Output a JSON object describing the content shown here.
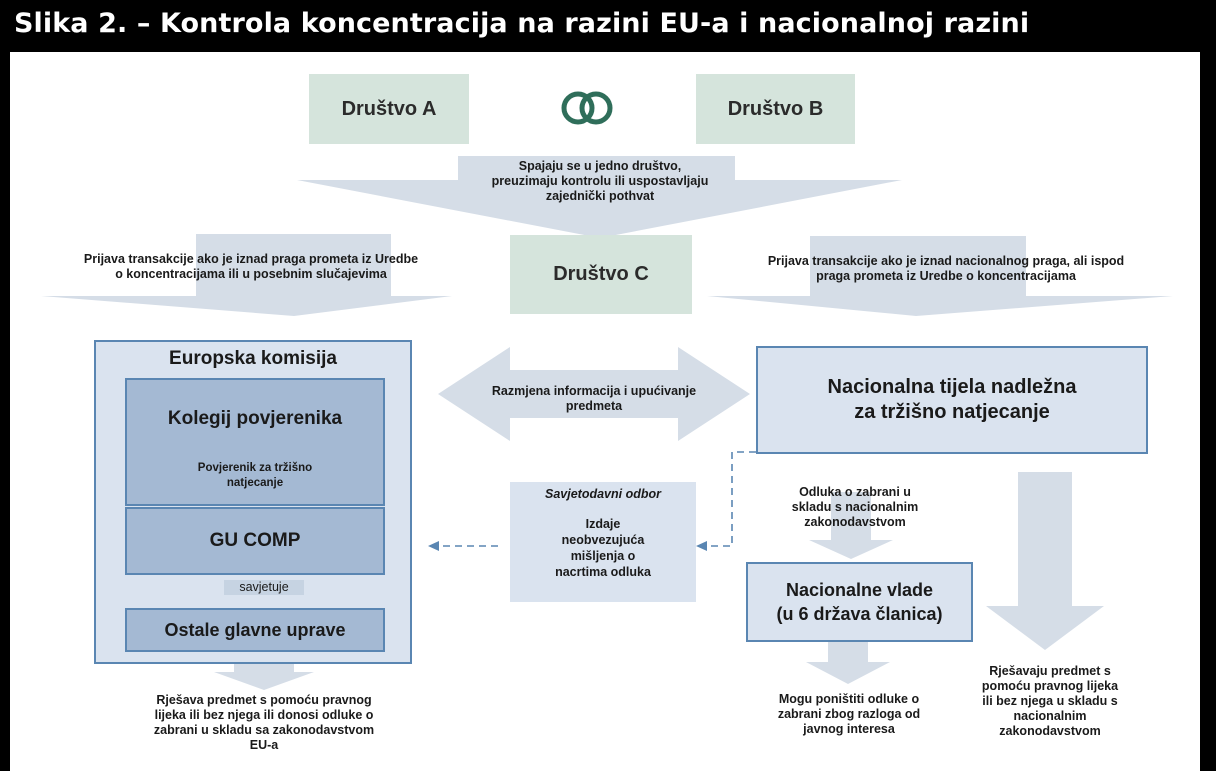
{
  "title": "Slika 2. – Kontrola koncentracija na razini EU-a i nacionalnoj razini",
  "companies": {
    "a": "Društvo A",
    "b": "Društvo B",
    "c": "Društvo C"
  },
  "merge_text": [
    "Spajaju se u jedno društvo,",
    "preuzimaju kontrolu ili uspostavljaju",
    "zajednički pothvat"
  ],
  "notify_eu": [
    "Prijava transakcije ako je iznad praga prometa iz Uredbe",
    "o koncentracijama ili u posebnim slučajevima"
  ],
  "notify_national": [
    "Prijava transakcije ako je iznad nacionalnog praga, ali ispod",
    "praga prometa iz Uredbe o koncentracijama"
  ],
  "commission": {
    "title": "Europska komisija",
    "college": "Kolegij povjerenika",
    "commissioner": [
      "Povjerenik za tržišno",
      "natjecanje"
    ],
    "dg_comp": "GU COMP",
    "advises": "savjetuje",
    "other_dgs": "Ostale glavne uprave"
  },
  "exchange": [
    "Razmjena informacija i upućivanje",
    "predmeta"
  ],
  "national_authorities": [
    "Nacionalna tijela nadležna",
    "za tržišno natjecanje"
  ],
  "advisory": {
    "title": "Savjetodavni odbor",
    "text": [
      "Izdaje",
      "neobvezujuća",
      "mišljenja o",
      "nacrtima odluka"
    ]
  },
  "prohibition": [
    "Odluka o zabrani u",
    "skladu s nacionalnim",
    "zakonodavstvom"
  ],
  "governments": [
    "Nacionalne vlade",
    "(u 6 država članica)"
  ],
  "eu_outcome": [
    "Rješava predmet s pomoću pravnog",
    "lijeka ili bez njega ili donosi odluke o",
    "zabrani u skladu sa zakonodavstvom",
    "EU-a"
  ],
  "gov_outcome": [
    "Mogu poništiti odluke o",
    "zabrani zbog razloga od",
    "javnog interesa"
  ],
  "national_outcome": [
    "Rješavaju predmet s",
    "pomoću pravnog lijeka",
    "ili bez njega u skladu s",
    "nacionalnim",
    "zakonodavstvom"
  ],
  "colors": {
    "green_box": "#d5e4dc",
    "blue_light": "#dae3ef",
    "blue_mid": "#a4b9d3",
    "blue_border": "#5a86b2",
    "arrow_fill": "#d5dde7",
    "rings": "#2f6e5a"
  }
}
